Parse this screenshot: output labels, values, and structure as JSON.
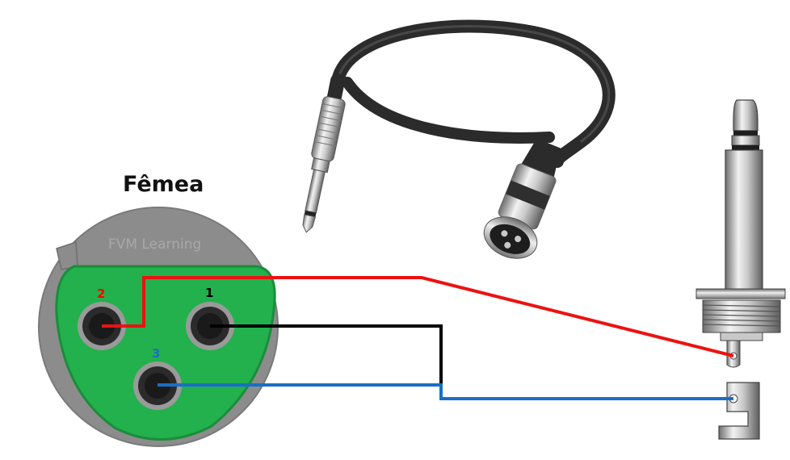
{
  "diagram": {
    "title": "Fêmea",
    "watermark": "FVM Learning",
    "pins": [
      {
        "id": "pin-1",
        "label": "1",
        "color": "#000000"
      },
      {
        "id": "pin-2",
        "label": "2",
        "color": "#ff0000"
      },
      {
        "id": "pin-3",
        "label": "3",
        "color": "#1a6fc4"
      }
    ],
    "colors": {
      "connector_body": "#8c8c8c",
      "connector_face": "#22b14c",
      "wire_hot": "#ee1111",
      "wire_ground": "#000000",
      "wire_sleeve": "#1a6fc4",
      "cable": "#2b2b2b",
      "metal": "#b5b5b5"
    }
  }
}
